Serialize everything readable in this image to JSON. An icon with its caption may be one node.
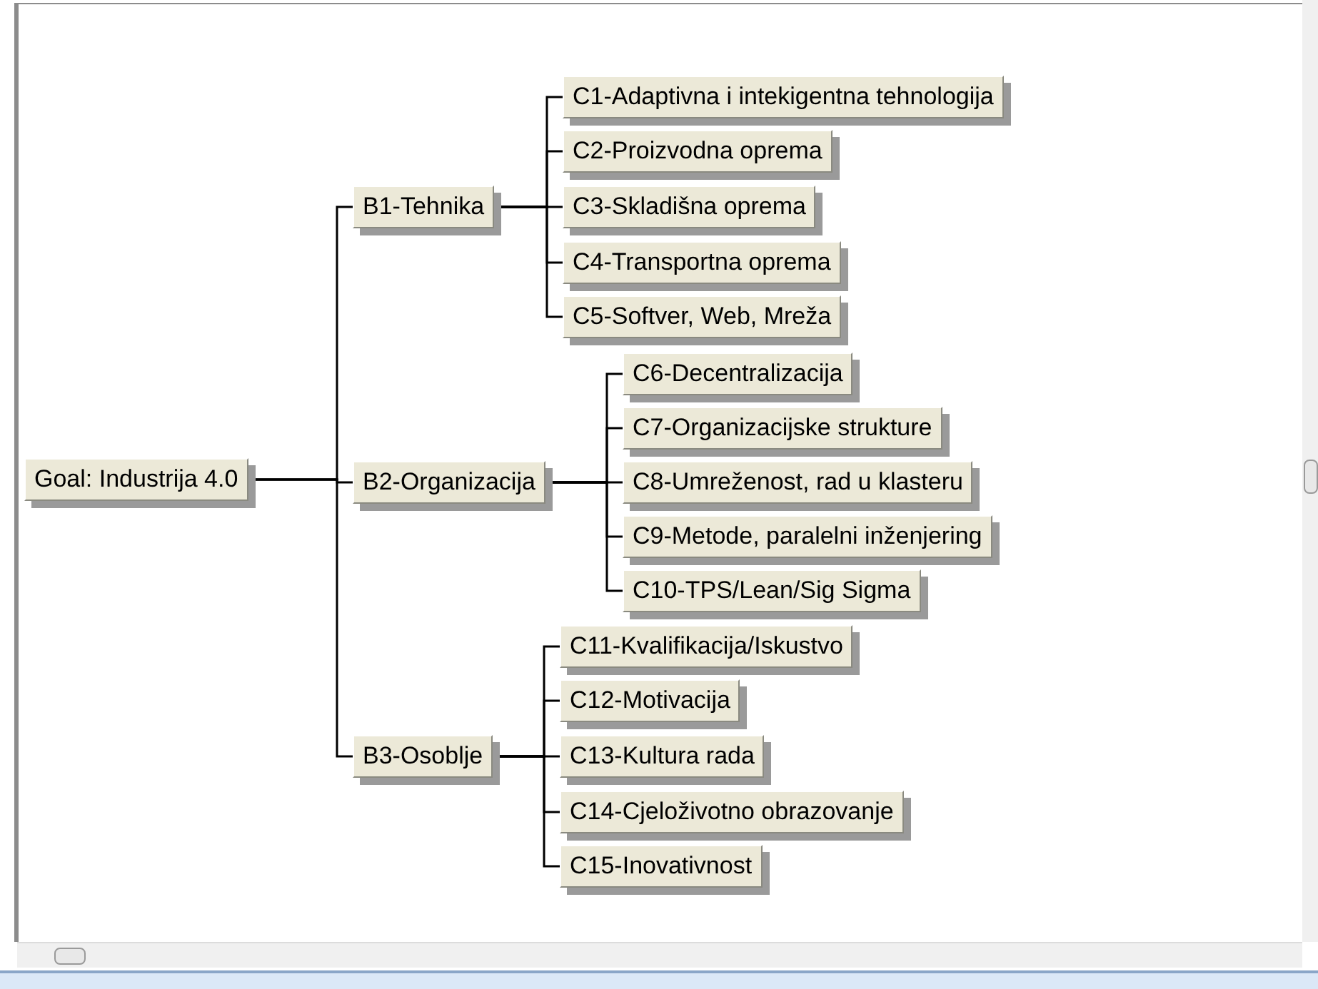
{
  "diagram": {
    "nodes": [
      {
        "text": [
          "Goal: Industrija 4.0"
        ]
      },
      {
        "text": [
          "B1-Tehnika"
        ]
      },
      {
        "text": [
          "C1-Adaptivna i intekigentna tehnologija"
        ]
      },
      {
        "text": [
          "C2-Proizvodna oprema"
        ]
      },
      {
        "text": [
          "C3-Skladišna oprema"
        ]
      },
      {
        "text": [
          "C4-Transportna oprema"
        ]
      },
      {
        "text": [
          "C5-Softver, Web, Mreža"
        ]
      },
      {
        "text": [
          "B2-Organizacija"
        ]
      },
      {
        "text": [
          "C6-Decentralizacija"
        ]
      },
      {
        "text": [
          "C7-Organizacijske strukture"
        ]
      },
      {
        "text": [
          "C8-Umreženost, rad u klasteru"
        ]
      },
      {
        "text": [
          "C9-Metode, paralelni inženjering"
        ]
      },
      {
        "text": [
          "C10-TPS/Lean/Sig Sigma"
        ]
      },
      {
        "text": [
          "B3-Osoblje"
        ]
      },
      {
        "text": [
          "C11-Kvalifikacija/Iskustvo"
        ]
      },
      {
        "text": [
          "C12-Motivacija"
        ]
      },
      {
        "text": [
          "C13-Kultura rada"
        ]
      },
      {
        "text": [
          "C14-Cjeloživotno obrazovanje"
        ]
      },
      {
        "text": [
          "C15-Inovativnost"
        ]
      }
    ],
    "edges": [
      {
        "from": 0,
        "to": 1,
        "arrow": "none"
      },
      {
        "from": 0,
        "to": 7,
        "arrow": "none"
      },
      {
        "from": 0,
        "to": 13,
        "arrow": "none"
      },
      {
        "from": 1,
        "to": 2,
        "arrow": "none"
      },
      {
        "from": 1,
        "to": 3,
        "arrow": "none"
      },
      {
        "from": 1,
        "to": 4,
        "arrow": "none"
      },
      {
        "from": 1,
        "to": 5,
        "arrow": "none"
      },
      {
        "from": 1,
        "to": 6,
        "arrow": "none"
      },
      {
        "from": 7,
        "to": 8,
        "arrow": "none"
      },
      {
        "from": 7,
        "to": 9,
        "arrow": "none"
      },
      {
        "from": 7,
        "to": 10,
        "arrow": "none"
      },
      {
        "from": 7,
        "to": 11,
        "arrow": "none"
      },
      {
        "from": 7,
        "to": 12,
        "arrow": "none"
      },
      {
        "from": 13,
        "to": 14,
        "arrow": "none"
      },
      {
        "from": 13,
        "to": 15,
        "arrow": "none"
      },
      {
        "from": 13,
        "to": 16,
        "arrow": "none"
      },
      {
        "from": 13,
        "to": 17,
        "arrow": "none"
      },
      {
        "from": 13,
        "to": 18,
        "arrow": "none"
      }
    ]
  }
}
